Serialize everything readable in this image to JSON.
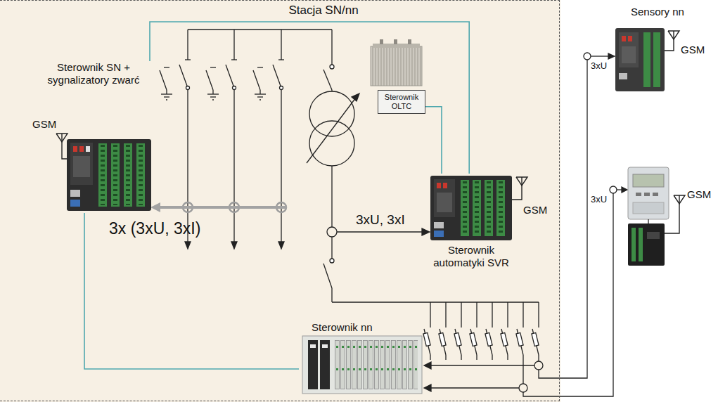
{
  "diagram": {
    "nodes": [
      {
        "text": [
          "Stacja SN/nn"
        ]
      },
      {
        "text": [
          "Sterownik SN + sygnalizatory zwarć"
        ],
        "in": 0
      },
      {
        "text": [
          "Sterownik OLTC"
        ],
        "in": 0
      },
      {
        "text": [
          "Sterownik automatyki SVR"
        ],
        "in": 0
      },
      {
        "text": [
          "Sterownik nn"
        ],
        "in": 0
      }
    ],
    "edges": [
      {
        "from": 1,
        "to": 3,
        "arrow": "none"
      },
      {
        "from": 2,
        "to": 3,
        "arrow": "none"
      },
      {
        "from": 1,
        "to": 4,
        "arrow": "none"
      }
    ],
    "labels": [
      "Sensory nn",
      "GSM",
      "GSM",
      "3xU",
      "3x (3xU, 3xI)",
      "3xU, 3xI",
      "GSM",
      "3xU",
      "GSM"
    ]
  }
}
